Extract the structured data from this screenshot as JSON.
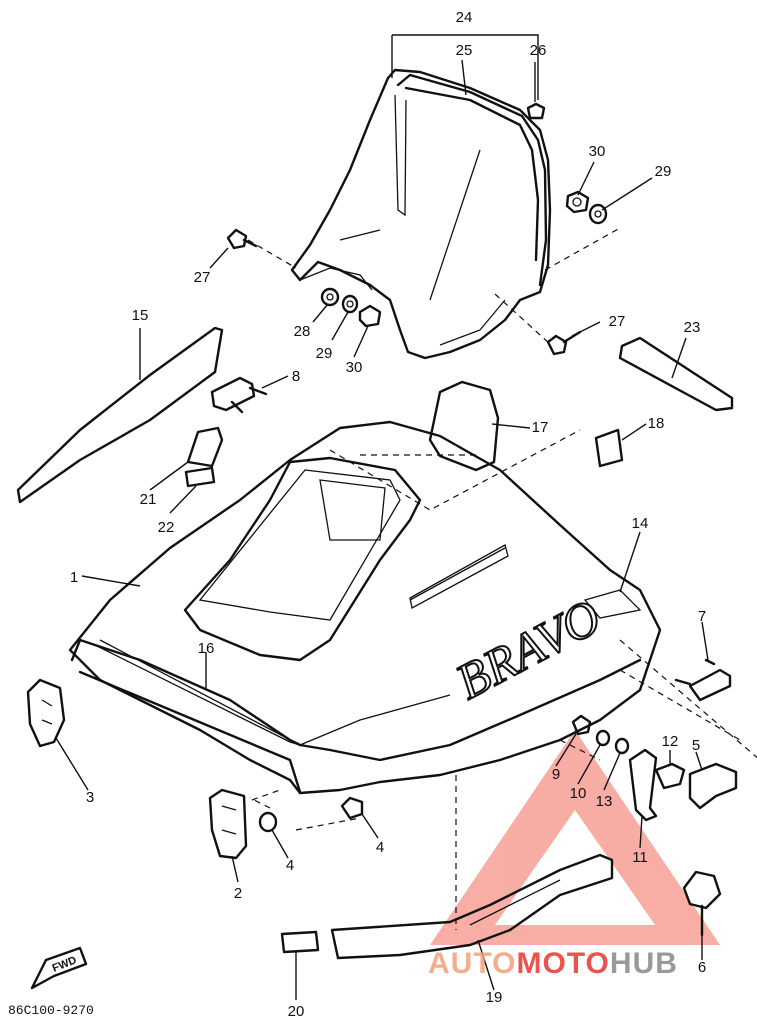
{
  "labels": {
    "l1": "1",
    "l2": "2",
    "l3": "3",
    "l4a": "4",
    "l4b": "4",
    "l5": "5",
    "l6": "6",
    "l7": "7",
    "l8": "8",
    "l9": "9",
    "l10": "10",
    "l11": "11",
    "l12": "12",
    "l13": "13",
    "l14": "14",
    "l15": "15",
    "l16": "16",
    "l17": "17",
    "l18": "18",
    "l19": "19",
    "l20": "20",
    "l21": "21",
    "l22": "22",
    "l23": "23",
    "l24": "24",
    "l25": "25",
    "l26": "26",
    "l27a": "27",
    "l27b": "27",
    "l28": "28",
    "l29a": "29",
    "l29b": "29",
    "l30a": "30",
    "l30b": "30"
  },
  "hood_decal": "BRAVO",
  "direction_tag": "FWD",
  "part_code": "86C100-9270",
  "watermark": {
    "part1": "AUTO",
    "part2": "MOTO",
    "part3": "HUB"
  },
  "colors": {
    "line": "#111111",
    "watermark_red": "#e8372f",
    "watermark_orange": "#f2a07a",
    "watermark_grey": "#888888"
  }
}
